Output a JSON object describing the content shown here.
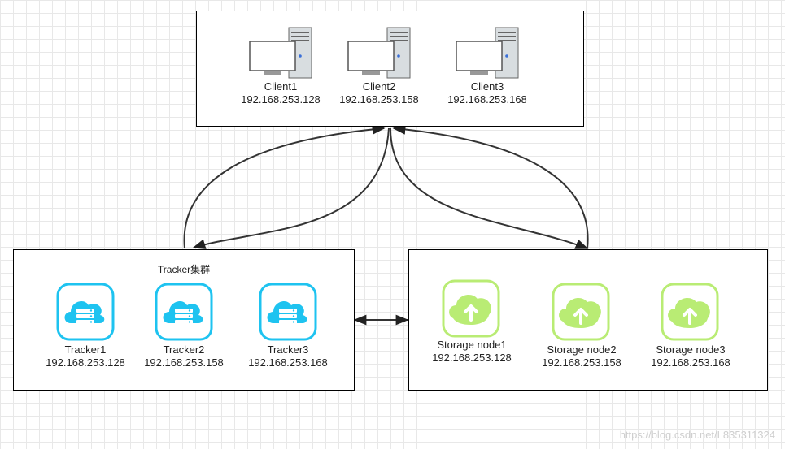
{
  "clients": [
    {
      "name": "Client1",
      "ip": "192.168.253.128"
    },
    {
      "name": "Client2",
      "ip": "192.168.253.158"
    },
    {
      "name": "Client3",
      "ip": "192.168.253.168"
    }
  ],
  "tracker_cluster": {
    "title": "Tracker集群",
    "nodes": [
      {
        "name": "Tracker1",
        "ip": "192.168.253.128"
      },
      {
        "name": "Tracker2",
        "ip": "192.168.253.158"
      },
      {
        "name": "Tracker3",
        "ip": "192.168.253.168"
      }
    ]
  },
  "storage_cluster": {
    "nodes": [
      {
        "name": "Storage node1",
        "ip": "192.168.253.128"
      },
      {
        "name": "Storage node2",
        "ip": "192.168.253.158"
      },
      {
        "name": "Storage node3",
        "ip": "192.168.253.168"
      }
    ]
  },
  "watermark": "https://blog.csdn.net/L835311324",
  "colors": {
    "tracker": "#1ec3f0",
    "storage": "#b9ec74",
    "edge": "#333333"
  },
  "icons": {
    "client": "desktop-computer-icon",
    "tracker": "cloud-server-icon",
    "storage": "cloud-upload-icon"
  }
}
